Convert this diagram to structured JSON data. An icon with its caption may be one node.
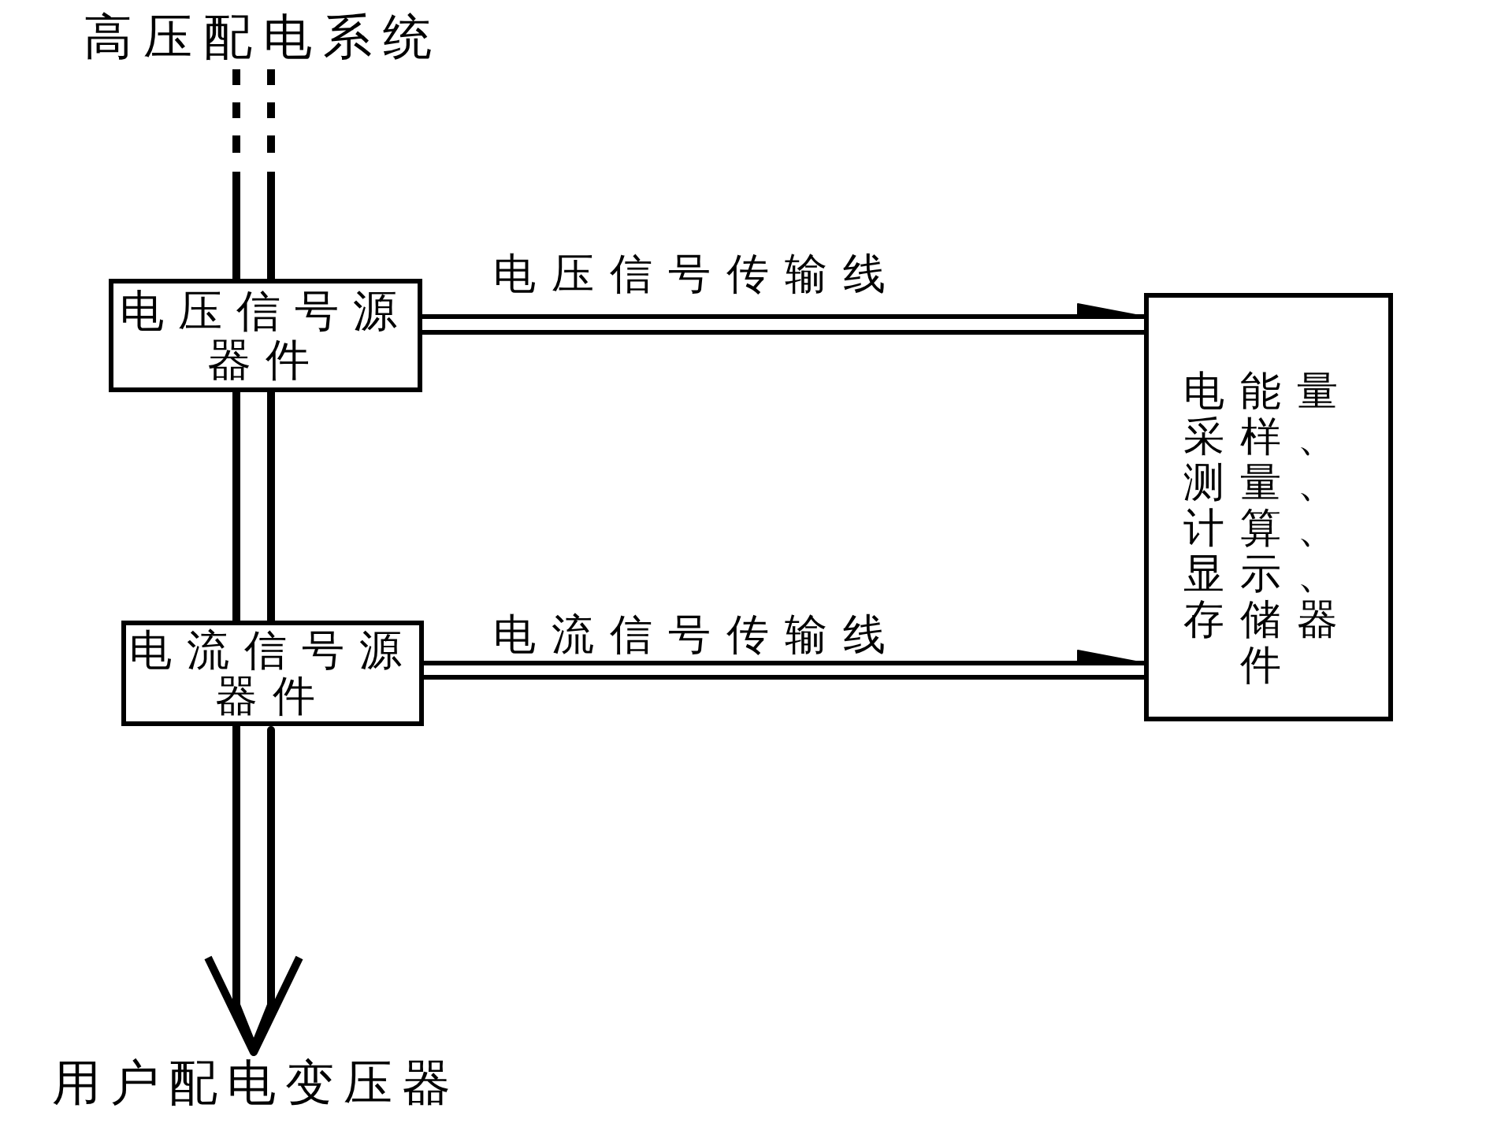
{
  "diagram": {
    "nodes": [
      {
        "text": [
          "高压配电系统"
        ]
      },
      {
        "text": [
          "电压信号源器件"
        ]
      },
      {
        "text": [
          "电流信号源器件"
        ]
      },
      {
        "text": [
          "电能量采样、测量、计算、显示、存储器件"
        ]
      },
      {
        "text": [
          "用户配电变压器"
        ]
      }
    ],
    "edges": [
      {
        "from": 0,
        "to": 1,
        "arrow": "none",
        "style": "dashed"
      },
      {
        "from": 1,
        "to": 2,
        "arrow": "none"
      },
      {
        "from": 2,
        "to": 4,
        "arrow": "to"
      },
      {
        "from": 1,
        "to": 3,
        "arrow": "to",
        "label": "电压信号传输线"
      },
      {
        "from": 2,
        "to": 3,
        "arrow": "to",
        "label": "电流信号传输线"
      }
    ]
  }
}
